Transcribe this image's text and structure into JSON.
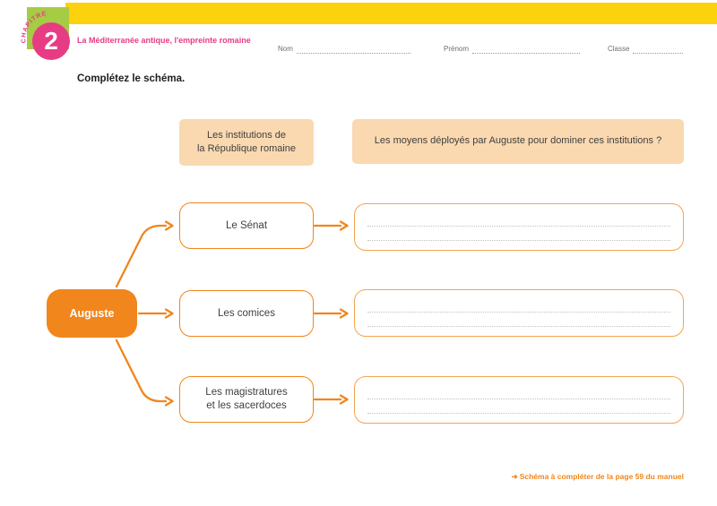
{
  "chapter": {
    "number": "2",
    "badge_label": "CHAPITRE",
    "title": "La Méditerranée antique, l'empreinte romaine"
  },
  "id_fields": {
    "nom": "Nom",
    "prenom": "Prénom",
    "classe": "Classe"
  },
  "instruction": "Complétez le schéma.",
  "schema": {
    "col1_header": "Les institutions de\nla République romaine",
    "col2_header": "Les moyens déployés par Auguste pour dominer ces institutions ?",
    "root": "Auguste",
    "rows": [
      {
        "label": "Le Sénat",
        "answer": ""
      },
      {
        "label": "Les comices",
        "answer": ""
      },
      {
        "label": "Les magistratures\net les sacerdoces",
        "answer": ""
      }
    ]
  },
  "footer": {
    "arrow": "➜",
    "text": "Schéma à compléter de la page 59 du manuel"
  },
  "colors": {
    "yellow_bar": "#fbd20c",
    "green_square": "#a6cb45",
    "pink_accent": "#e73c84",
    "orange_accent": "#f0861c",
    "orange_light_border": "#f4a54e",
    "peach_fill": "#fad9b1",
    "text_dark": "#3f3f3e",
    "text_gray": "#6e6e6d"
  }
}
